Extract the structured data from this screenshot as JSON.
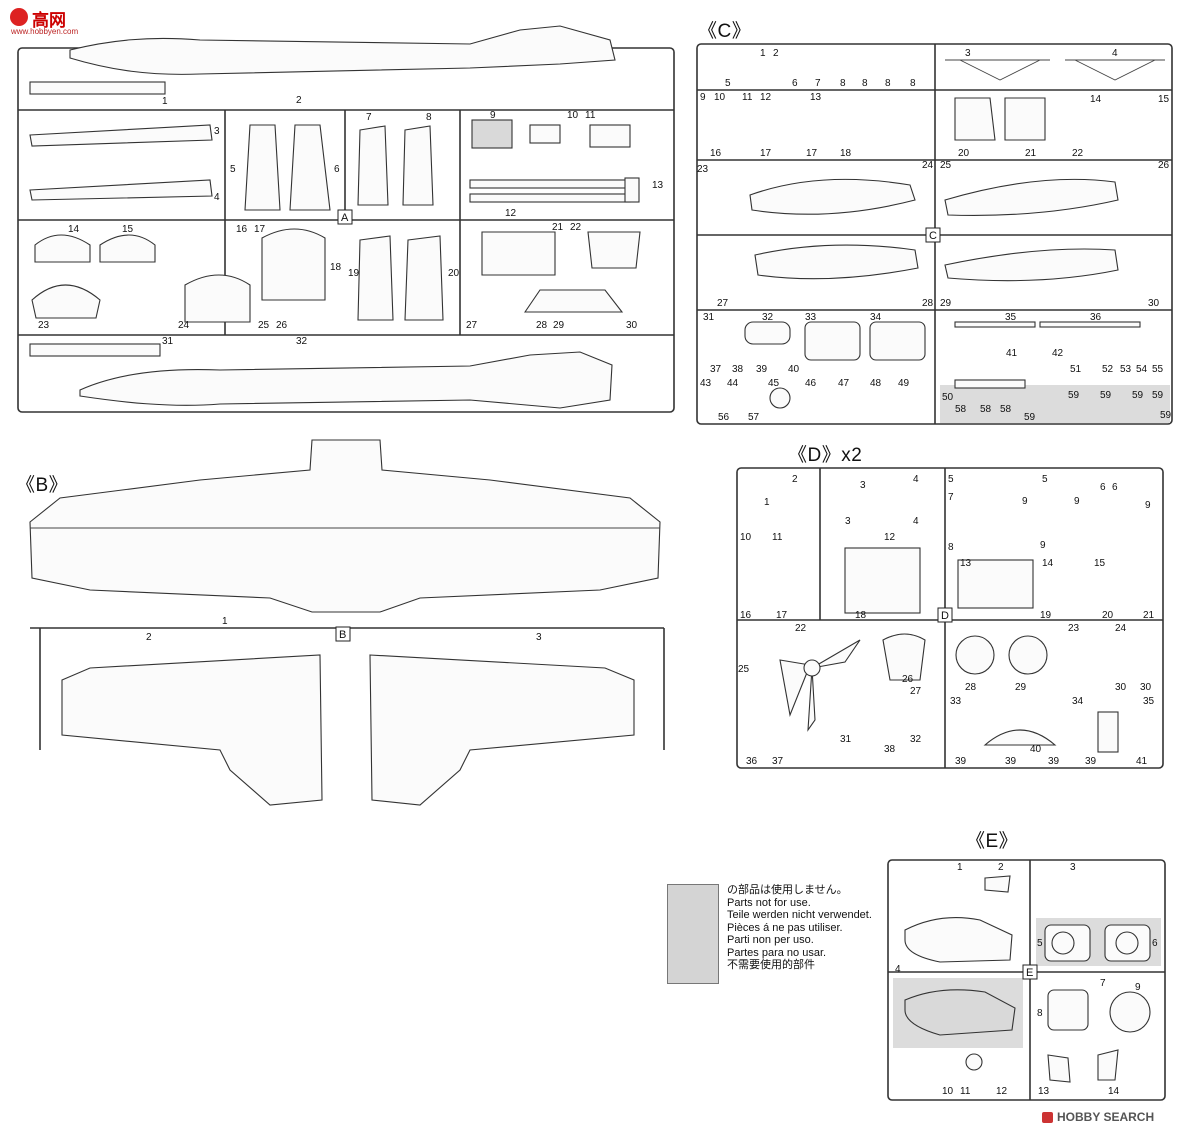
{
  "sheet": {
    "runner_labels": {
      "B": "《B》",
      "C": "《C》",
      "D": "《D》x2",
      "E": "《E》"
    },
    "gate_tags": {
      "A": "A",
      "B": "B",
      "C": "C",
      "D": "D",
      "E": "E"
    }
  },
  "legend": {
    "lines": [
      "の部品は使用しません。",
      "Parts not for use.",
      "Teile werden nicht verwendet.",
      "Pièces á ne pas utiliser.",
      "Parti non per uso.",
      "Partes para no usar.",
      "不需要使用的部件"
    ]
  },
  "watermarks": {
    "top_logo": "高网",
    "top_url": "www.hobbyen.com",
    "bottom": "HOBBY SEARCH"
  },
  "parts": {
    "A": [
      "1",
      "2",
      "3",
      "4",
      "5",
      "6",
      "7",
      "8",
      "9",
      "10",
      "11",
      "12",
      "13",
      "14",
      "15",
      "16",
      "17",
      "18",
      "19",
      "20",
      "21",
      "22",
      "23",
      "24",
      "25",
      "26",
      "27",
      "28",
      "29",
      "30",
      "31",
      "32"
    ],
    "B": [
      "1",
      "2",
      "3"
    ],
    "C": [
      "1",
      "2",
      "3",
      "4",
      "5",
      "6",
      "7",
      "8",
      "8",
      "8",
      "8",
      "9",
      "10",
      "11",
      "12",
      "13",
      "14",
      "15",
      "16",
      "17",
      "17",
      "18",
      "20",
      "21",
      "22",
      "23",
      "24",
      "25",
      "26",
      "27",
      "28",
      "29",
      "30",
      "31",
      "32",
      "33",
      "34",
      "35",
      "36",
      "37",
      "38",
      "39",
      "40",
      "41",
      "42",
      "43",
      "44",
      "45",
      "46",
      "47",
      "48",
      "49",
      "50",
      "51",
      "52",
      "53",
      "54",
      "55",
      "56",
      "57",
      "58",
      "58",
      "58",
      "59",
      "59",
      "59",
      "59",
      "59",
      "59"
    ],
    "D": [
      "1",
      "2",
      "3",
      "3",
      "4",
      "4",
      "5",
      "5",
      "6",
      "6",
      "7",
      "8",
      "9",
      "9",
      "9",
      "9",
      "10",
      "11",
      "12",
      "13",
      "14",
      "15",
      "16",
      "17",
      "18",
      "19",
      "20",
      "21",
      "22",
      "23",
      "24",
      "25",
      "26",
      "27",
      "28",
      "29",
      "30",
      "30",
      "31",
      "32",
      "33",
      "34",
      "35",
      "36",
      "37",
      "38",
      "39",
      "39",
      "39",
      "39",
      "40",
      "41"
    ],
    "E": [
      "1",
      "2",
      "3",
      "4",
      "5",
      "6",
      "7",
      "8",
      "9",
      "10",
      "11",
      "12",
      "13",
      "14"
    ]
  },
  "colors": {
    "unused_parts": "#d4d4d4",
    "lines": "#333333"
  }
}
